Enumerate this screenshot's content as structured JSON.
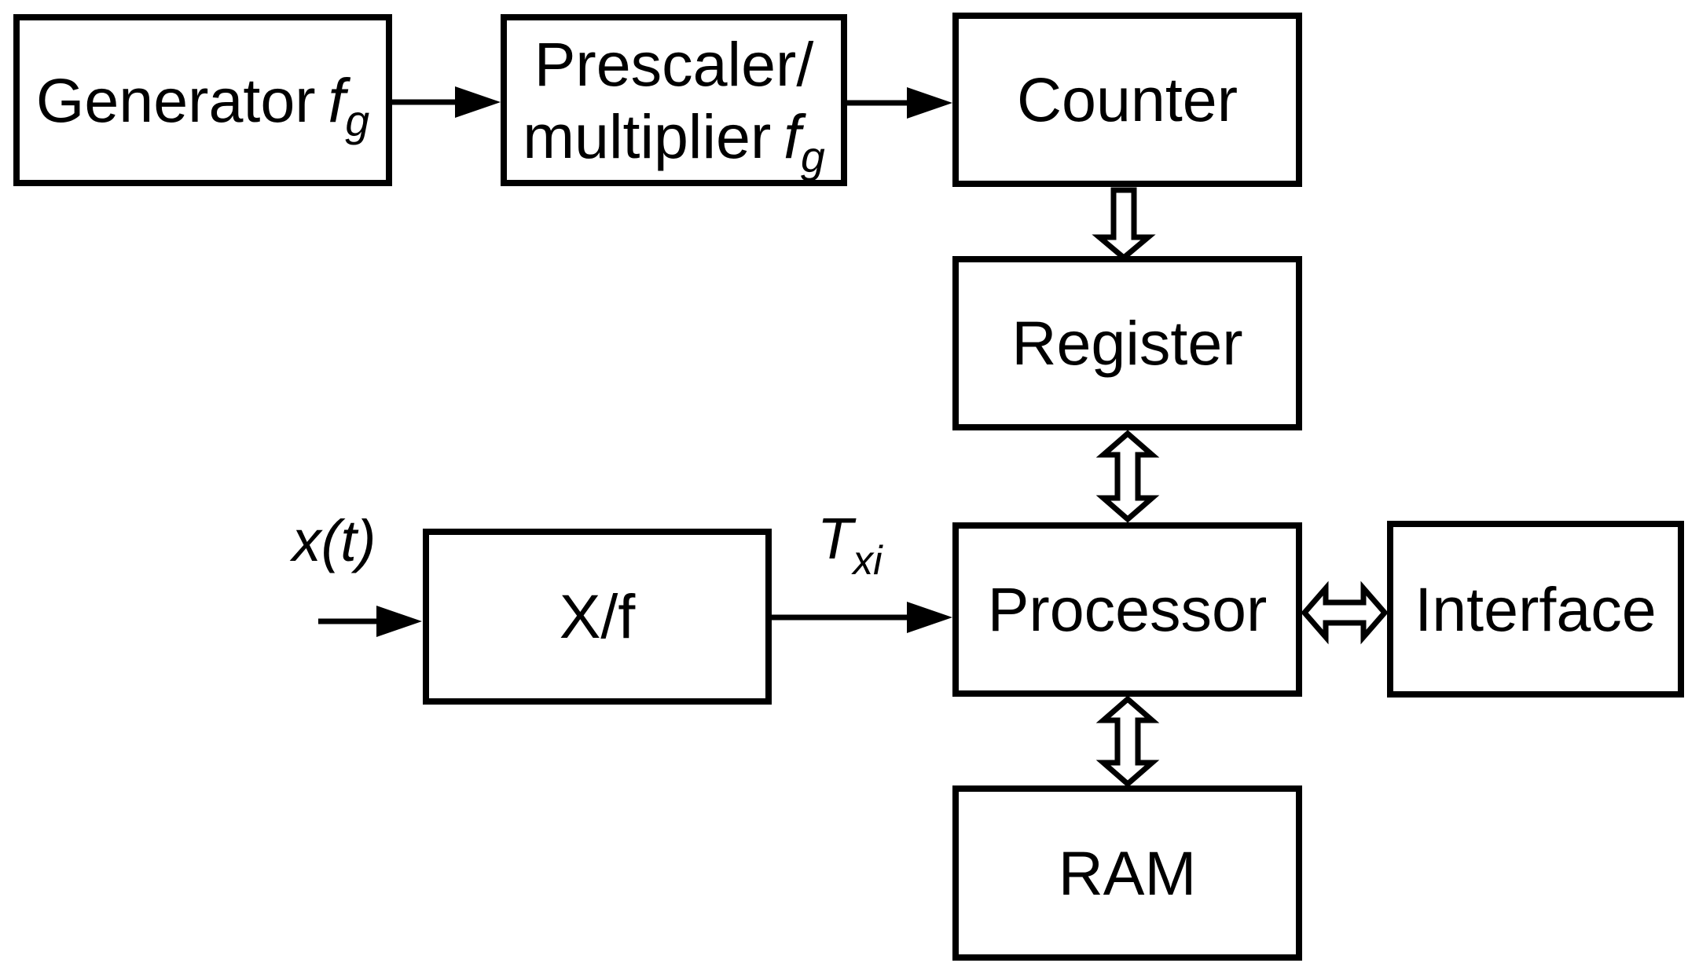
{
  "colors": {
    "ink": "#000000",
    "paper": "#ffffff"
  },
  "blocks": {
    "generator": {
      "text": "Generator",
      "f_symbol": "f",
      "f_subscript": "g"
    },
    "prescaler": {
      "line1": "Prescaler/",
      "line2_text": "multiplier",
      "f_symbol": "f",
      "f_subscript": "g"
    },
    "counter": {
      "label": "Counter"
    },
    "register": {
      "label": "Register"
    },
    "processor": {
      "label": "Processor"
    },
    "interface": {
      "label": "Interface"
    },
    "xf": {
      "label": "X/f"
    },
    "ram": {
      "label": "RAM"
    }
  },
  "signals": {
    "input": {
      "label": "x(t)"
    },
    "interval": {
      "symbol": "T",
      "subscript": "xi"
    }
  },
  "connections": [
    {
      "from": "Generator",
      "to": "Prescaler/multiplier",
      "style": "solid-arrow"
    },
    {
      "from": "Prescaler/multiplier",
      "to": "Counter",
      "style": "solid-arrow"
    },
    {
      "from": "Counter",
      "to": "Register",
      "style": "block-arrow-down"
    },
    {
      "from": "Register",
      "to": "Processor",
      "style": "block-arrow-bidirectional"
    },
    {
      "from": "x(t) input",
      "to": "X/f",
      "style": "solid-arrow"
    },
    {
      "from": "X/f",
      "to": "Processor",
      "style": "solid-arrow",
      "label": "Txi"
    },
    {
      "from": "Processor",
      "to": "Interface",
      "style": "block-arrow-bidirectional"
    },
    {
      "from": "Processor",
      "to": "RAM",
      "style": "block-arrow-bidirectional"
    }
  ]
}
